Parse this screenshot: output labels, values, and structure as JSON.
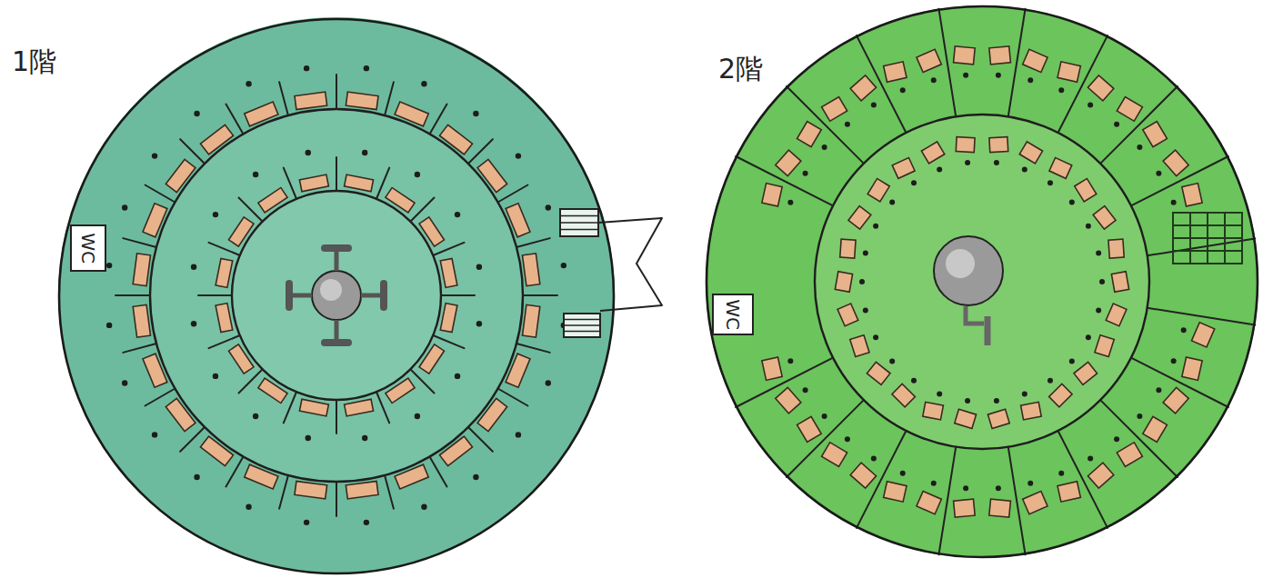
{
  "diagram": {
    "nodes": [
      {
        "text": [
          "1階"
        ]
      },
      {
        "text": [
          "WC"
        ],
        "in": 0
      },
      {
        "text": [
          "2階"
        ]
      },
      {
        "text": [
          "WC"
        ],
        "in": 2
      }
    ]
  }
}
